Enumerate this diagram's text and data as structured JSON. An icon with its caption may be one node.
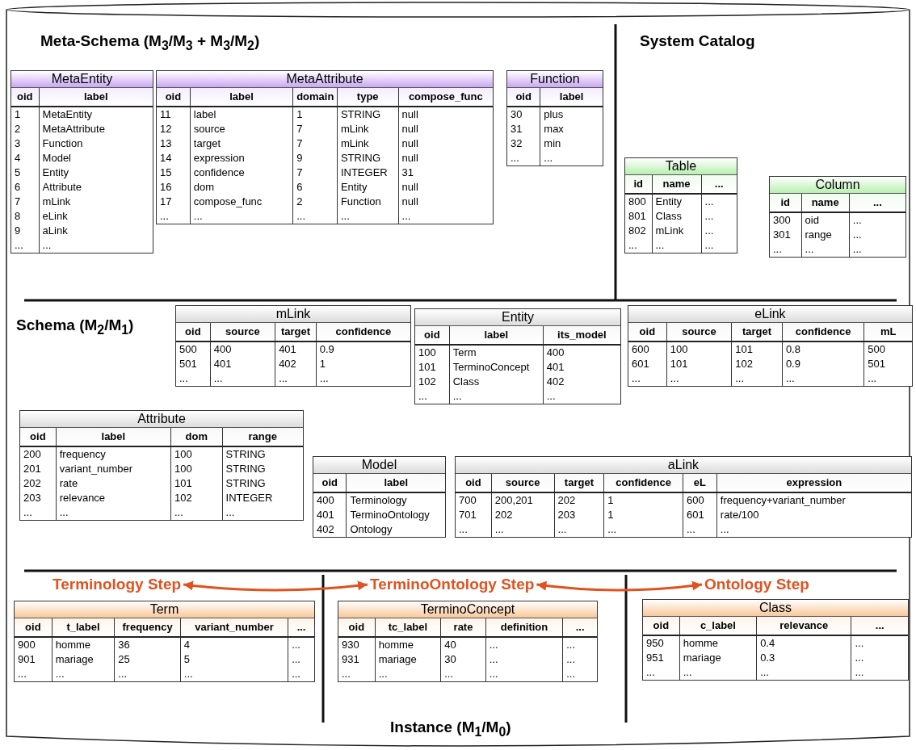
{
  "diagram": {
    "nodes": [
      {
        "text": [
          "Meta-Schema (M$_{3}$/M$_{3}$ + M$_{3}$/M$_{2}$)",
          "System Catalog",
          "Schema (M$_{2}$/M$_{1}$)",
          "Instance (M$_{1}$/M$_{0}$)"
        ]
      },
      {
        "text": [
          "MetaEntity",
          "oid",
          "label",
          "1",
          "MetaEntity",
          "2",
          "MetaAttribute",
          "3",
          "Function",
          "4",
          "Model",
          "5",
          "Entity",
          "6",
          "Attribute",
          "7",
          "mLink",
          "8",
          "eLink",
          "9",
          "aLink",
          "...",
          "..."
        ],
        "in": 0
      },
      {
        "text": [
          "MetaAttribute",
          "oid",
          "label",
          "domain",
          "type",
          "compose_func",
          "11",
          "label",
          "1",
          "STRING",
          "null",
          "12",
          "source",
          "7",
          "mLink",
          "null",
          "13",
          "target",
          "7",
          "mLink",
          "null",
          "14",
          "expression",
          "9",
          "STRING",
          "null",
          "15",
          "confidence",
          "7",
          "INTEGER",
          "31",
          "16",
          "dom",
          "6",
          "Entity",
          "null",
          "17",
          "compose_func",
          "2",
          "Function",
          "null",
          "...",
          "...",
          "...",
          "...",
          "..."
        ],
        "in": 0
      },
      {
        "text": [
          "Function",
          "oid",
          "label",
          "30",
          "plus",
          "31",
          "max",
          "32",
          "min",
          "...",
          "..."
        ],
        "in": 0
      },
      {
        "text": [
          "Table",
          "id",
          "name",
          "...",
          "800",
          "Entity",
          "...",
          "801",
          "Class",
          "...",
          "802",
          "mLink",
          "...",
          "...",
          "...",
          "..."
        ],
        "in": 0
      },
      {
        "text": [
          "Column",
          "id",
          "name",
          "...",
          "300",
          "oid",
          "...",
          "301",
          "range",
          "...",
          "...",
          "...",
          "..."
        ],
        "in": 0
      },
      {
        "text": [
          "mLink",
          "oid",
          "source",
          "target",
          "confidence",
          "500",
          "400",
          "401",
          "0.9",
          "501",
          "401",
          "402",
          "1",
          "...",
          "...",
          "...",
          "..."
        ],
        "in": 0
      },
      {
        "text": [
          "Entity",
          "oid",
          "label",
          "its_model",
          "100",
          "Term",
          "400",
          "101",
          "TerminoConcept",
          "401",
          "102",
          "Class",
          "402",
          "...",
          "...",
          "..."
        ],
        "in": 0
      },
      {
        "text": [
          "eLink",
          "oid",
          "source",
          "target",
          "confidence",
          "mL",
          "600",
          "100",
          "101",
          "0.8",
          "500",
          "601",
          "101",
          "102",
          "0.9",
          "501",
          "...",
          "...",
          "...",
          "...",
          "..."
        ],
        "in": 0
      },
      {
        "text": [
          "Attribute",
          "oid",
          "label",
          "dom",
          "range",
          "200",
          "frequency",
          "100",
          "STRING",
          "201",
          "variant_number",
          "100",
          "STRING",
          "202",
          "rate",
          "101",
          "STRING",
          "203",
          "relevance",
          "102",
          "INTEGER",
          "...",
          "...",
          "...",
          "..."
        ],
        "in": 0
      },
      {
        "text": [
          "Model",
          "oid",
          "label",
          "400",
          "Terminology",
          "401",
          "TerminoOntology",
          "402",
          "Ontology"
        ],
        "in": 0
      },
      {
        "text": [
          "aLink",
          "oid",
          "source",
          "target",
          "confidence",
          "eL",
          "expression",
          "700",
          "200,201",
          "202",
          "1",
          "600",
          "frequency+variant_number",
          "701",
          "202",
          "203",
          "1",
          "601",
          "rate/100",
          "...",
          "...",
          "...",
          "...",
          "...",
          "..."
        ],
        "in": 0
      },
      {
        "text": [
          "Terminology Step"
        ],
        "in": 0
      },
      {
        "text": [
          "TerminoOntology Step"
        ],
        "in": 0
      },
      {
        "text": [
          "Ontology Step"
        ],
        "in": 0
      },
      {
        "text": [
          "Term",
          "oid",
          "t_label",
          "frequency",
          "variant_number",
          "...",
          "900",
          "homme",
          "36",
          "4",
          "...",
          "901",
          "mariage",
          "25",
          "5",
          "...",
          "...",
          "...",
          "...",
          "...",
          "..."
        ],
        "in": 0
      },
      {
        "text": [
          "TerminoConcept",
          "oid",
          "tc_label",
          "rate",
          "definition",
          "...",
          "930",
          "homme",
          "40",
          "...",
          "...",
          "931",
          "mariage",
          "30",
          "...",
          "...",
          "...",
          "...",
          "...",
          "...",
          "..."
        ],
        "in": 0
      },
      {
        "text": [
          "Class",
          "oid",
          "c_label",
          "relevance",
          "...",
          "950",
          "homme",
          "0.4",
          "...",
          "951",
          "mariage",
          "0.3",
          "...",
          "...",
          "...",
          "...",
          "..."
        ],
        "in": 0
      }
    ],
    "edges": [
      {
        "from": 12,
        "to": 13,
        "arrow": "both",
        "color": "#e0521f"
      },
      {
        "from": 13,
        "to": 14,
        "arrow": "both",
        "color": "#e0521f"
      }
    ]
  }
}
